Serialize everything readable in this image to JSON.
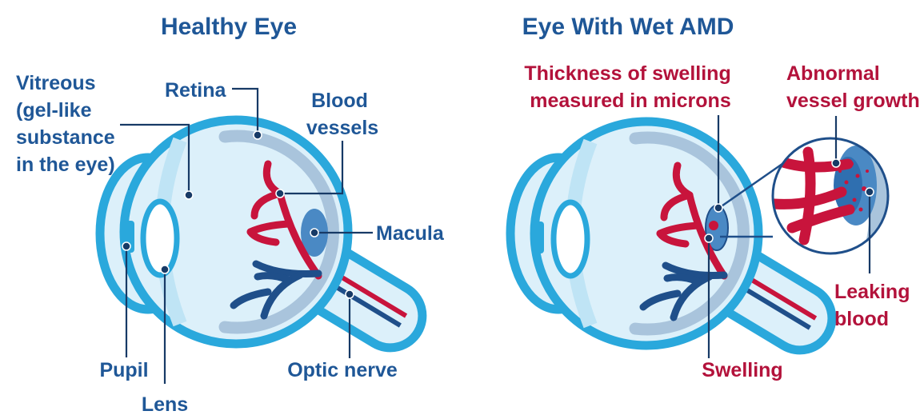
{
  "colors": {
    "label_blue": "#1f5797",
    "label_red": "#b3123b",
    "eye_outline": "#2aa8dc",
    "eye_fill": "#dcf0fa",
    "retina": "#a9c4dc",
    "vein": "#1f4f8a",
    "artery": "#c8143c",
    "macula": "#4a89c4"
  },
  "healthy": {
    "title": "Healthy Eye",
    "vitreous": [
      "Vitreous",
      "(gel-like",
      "substance",
      "in the eye)"
    ],
    "retina": "Retina",
    "blood_vessels": [
      "Blood",
      "vessels"
    ],
    "macula": "Macula",
    "pupil": "Pupil",
    "lens": "Lens",
    "optic_nerve": "Optic nerve"
  },
  "amd": {
    "title": "Eye With Wet AMD",
    "thickness": [
      "Thickness of swelling",
      "measured in microns"
    ],
    "abnormal_growth": [
      "Abnormal",
      "vessel growth"
    ],
    "leaking_blood": [
      "Leaking",
      "blood"
    ],
    "swelling": "Swelling"
  }
}
